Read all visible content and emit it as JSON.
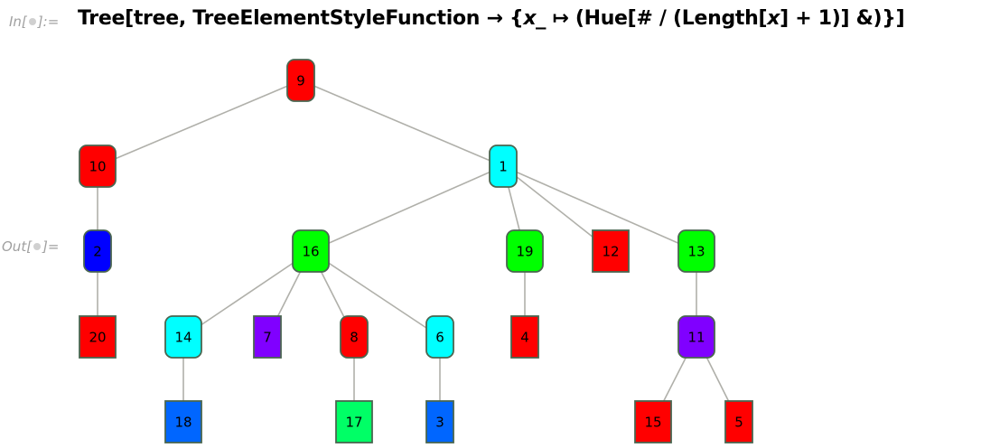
{
  "input": {
    "label_prefix": "In[",
    "label_suffix": "]:=",
    "code_parts": [
      {
        "text": "Tree[tree, TreeElementStyleFunction → {",
        "italic": false
      },
      {
        "text": "x_",
        "italic": true
      },
      {
        "text": " ↦ (Hue[# / (Length[",
        "italic": false
      },
      {
        "text": "x",
        "italic": true
      },
      {
        "text": "] + 1)] &)}]",
        "italic": false
      }
    ]
  },
  "output": {
    "label_prefix": "Out[",
    "label_suffix": "]="
  },
  "tree": {
    "edge_color": "#b0b0aa",
    "node_border_color": "#4a6650",
    "nodes": [
      {
        "id": "9",
        "parent": null,
        "color": "#ff0000",
        "shape": "rounded"
      },
      {
        "id": "10",
        "parent": "9",
        "color": "#ff0000",
        "shape": "rounded"
      },
      {
        "id": "1",
        "parent": "9",
        "color": "#00ffff",
        "shape": "rounded"
      },
      {
        "id": "2",
        "parent": "10",
        "color": "#0000ff",
        "shape": "rounded"
      },
      {
        "id": "20",
        "parent": "2",
        "color": "#ff0000",
        "shape": "square"
      },
      {
        "id": "16",
        "parent": "1",
        "color": "#00ff00",
        "shape": "rounded"
      },
      {
        "id": "19",
        "parent": "1",
        "color": "#00ff00",
        "shape": "rounded"
      },
      {
        "id": "12",
        "parent": "1",
        "color": "#ff0000",
        "shape": "square"
      },
      {
        "id": "13",
        "parent": "1",
        "color": "#00ff00",
        "shape": "rounded"
      },
      {
        "id": "14",
        "parent": "16",
        "color": "#00ffff",
        "shape": "rounded"
      },
      {
        "id": "7",
        "parent": "16",
        "color": "#8000ff",
        "shape": "square"
      },
      {
        "id": "8",
        "parent": "16",
        "color": "#ff0000",
        "shape": "rounded"
      },
      {
        "id": "6",
        "parent": "16",
        "color": "#00ffff",
        "shape": "rounded"
      },
      {
        "id": "4",
        "parent": "19",
        "color": "#ff0000",
        "shape": "square"
      },
      {
        "id": "11",
        "parent": "13",
        "color": "#8000ff",
        "shape": "rounded"
      },
      {
        "id": "18",
        "parent": "14",
        "color": "#0066ff",
        "shape": "square"
      },
      {
        "id": "17",
        "parent": "8",
        "color": "#00ff66",
        "shape": "square"
      },
      {
        "id": "3",
        "parent": "6",
        "color": "#0066ff",
        "shape": "square"
      },
      {
        "id": "15",
        "parent": "11",
        "color": "#ff0000",
        "shape": "square"
      },
      {
        "id": "5",
        "parent": "11",
        "color": "#ff0000",
        "shape": "square"
      }
    ]
  }
}
